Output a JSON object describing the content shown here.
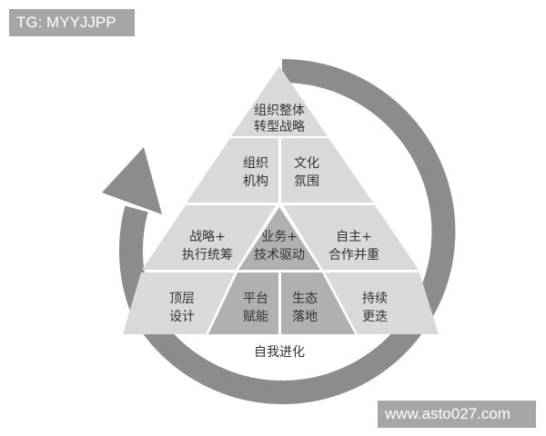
{
  "watermarks": {
    "top": "TG: MYYJJPP",
    "bottom": "www.asto027.com"
  },
  "colors": {
    "ring": "#8c8c8c",
    "light_cell": "#d9d9d9",
    "dark_cell": "#b0b0b0",
    "divider": "#ffffff",
    "text": "#333333"
  },
  "pyramid": {
    "top": {
      "line1": "组织整体",
      "line2": "转型战略"
    },
    "row2": {
      "left": {
        "line1": "组织",
        "line2": "机构"
      },
      "right": {
        "line1": "文化",
        "line2": "氛围"
      }
    },
    "row3": {
      "left": {
        "line1": "战略+",
        "line2": "执行统筹"
      },
      "center": {
        "line1": "业务+",
        "line2": "技术驱动"
      },
      "right": {
        "line1": "自主+",
        "line2": "合作并重"
      }
    },
    "row4": {
      "outer_left": {
        "line1": "顶层",
        "line2": "设计"
      },
      "inner_left": {
        "line1": "平台",
        "line2": "赋能"
      },
      "inner_right": {
        "line1": "生态",
        "line2": "落地"
      },
      "outer_right": {
        "line1": "持续",
        "line2": "更迭"
      }
    }
  },
  "cycle": {
    "label": "自我进化",
    "icon": "circular-arrow-icon"
  }
}
